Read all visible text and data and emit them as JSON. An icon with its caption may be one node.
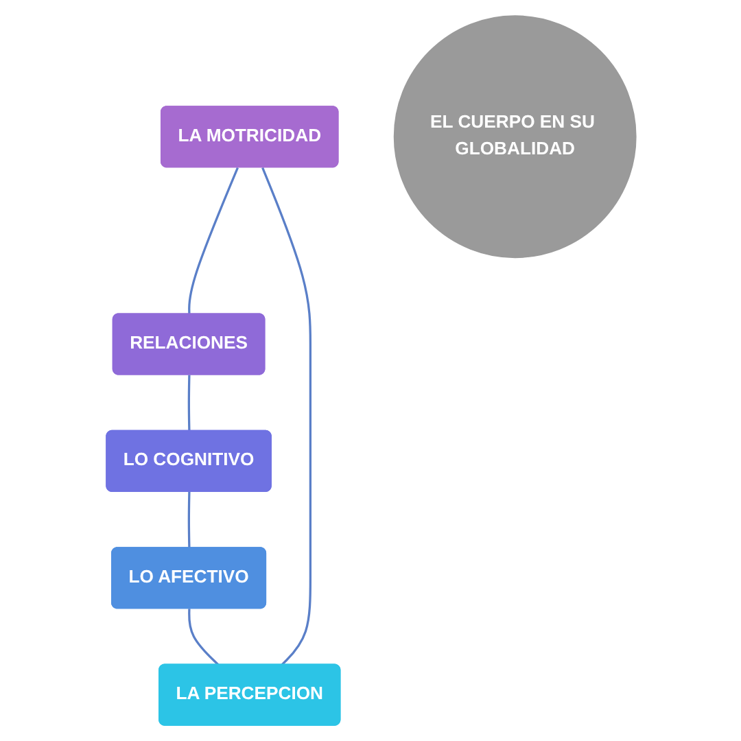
{
  "diagram": {
    "nodes": [
      {
        "text": [
          "LA MOTRICIDAD"
        ]
      },
      {
        "text": [
          "RELACIONES"
        ]
      },
      {
        "text": [
          "LO COGNITIVO"
        ]
      },
      {
        "text": [
          "LO AFECTIVO"
        ]
      },
      {
        "text": [
          "LA PERCEPCION"
        ]
      },
      {
        "text": [
          "EL CUERPO EN SU GLOBALIDAD"
        ]
      }
    ],
    "edges": [
      {
        "from": 0,
        "to": 1,
        "arrow": "none"
      },
      {
        "from": 1,
        "to": 2,
        "arrow": "none"
      },
      {
        "from": 2,
        "to": 3,
        "arrow": "none"
      },
      {
        "from": 3,
        "to": 4,
        "arrow": "none"
      },
      {
        "from": 4,
        "to": 0,
        "arrow": "none"
      }
    ]
  }
}
